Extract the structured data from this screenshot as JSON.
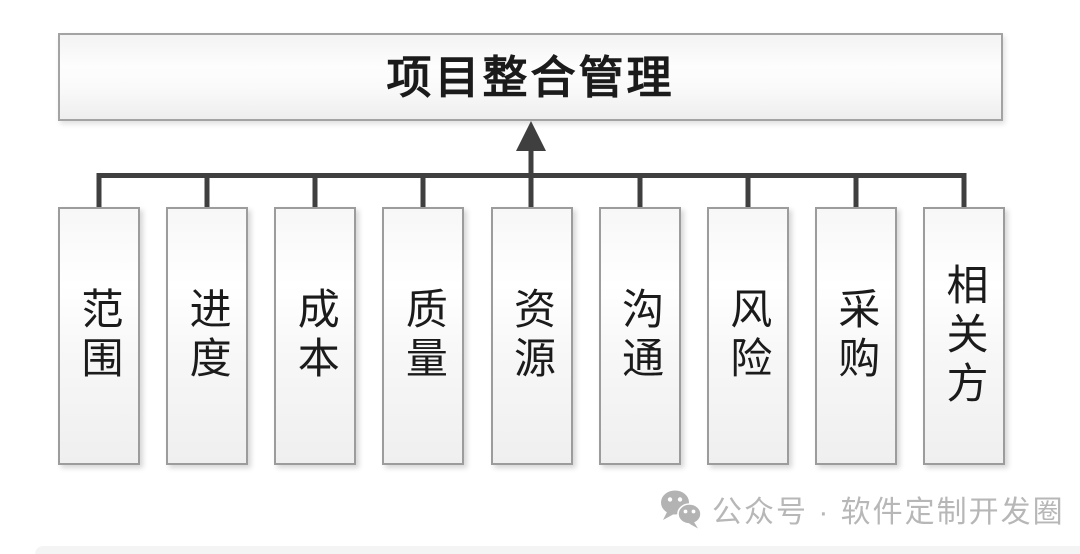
{
  "diagram": {
    "root": {
      "label": "项目整合管理"
    },
    "children": [
      {
        "label": "范围"
      },
      {
        "label": "进度"
      },
      {
        "label": "成本"
      },
      {
        "label": "质量"
      },
      {
        "label": "资源"
      },
      {
        "label": "沟通"
      },
      {
        "label": "风险"
      },
      {
        "label": "采购"
      },
      {
        "label": "相关方"
      }
    ]
  },
  "watermark": {
    "icon": "wechat-icon",
    "text": "公众号 · 软件定制开发圈"
  },
  "colors": {
    "connector": "#3f3f3f",
    "box_border": "#9c9c9c",
    "text": "#1b1b1b",
    "watermark_gray": "#b7b7b7"
  }
}
